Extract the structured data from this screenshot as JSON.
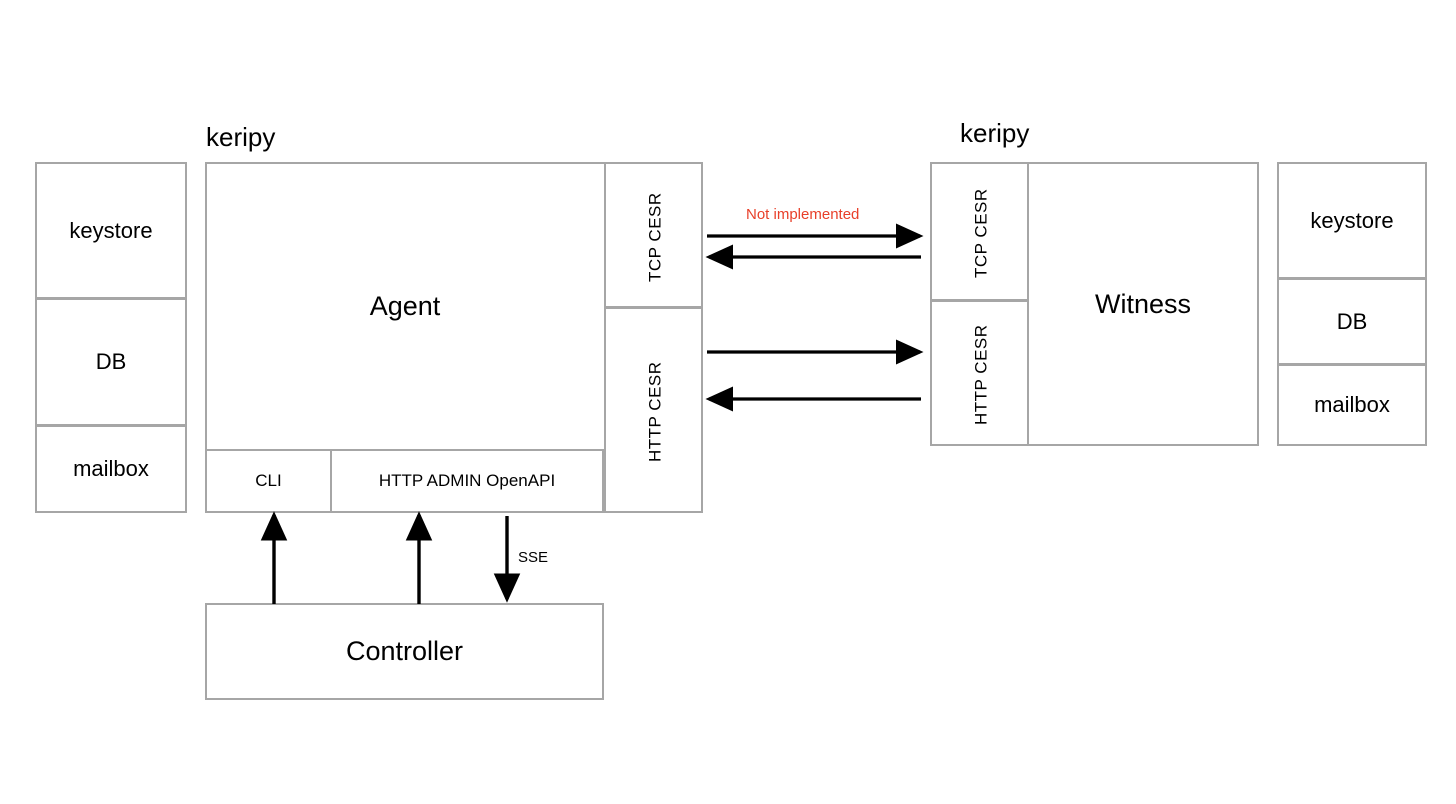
{
  "diagram": {
    "background_color": "#ffffff",
    "border_color": "#a6a6a6",
    "accent_color": "#e8402a",
    "left_group_title": "keripy",
    "right_group_title": "keripy"
  },
  "left_storage": {
    "items": [
      {
        "label": "keystore"
      },
      {
        "label": "DB"
      },
      {
        "label": "mailbox"
      }
    ]
  },
  "agent": {
    "label": "Agent",
    "ports": [
      {
        "label": "TCP  CESR"
      },
      {
        "label": "HTTP CESR"
      }
    ],
    "interfaces": [
      {
        "label": "CLI"
      },
      {
        "label": "HTTP ADMIN OpenAPI"
      }
    ]
  },
  "witness": {
    "label": "Witness",
    "ports": [
      {
        "label": "TCP  CESR"
      },
      {
        "label": "HTTP CESR"
      }
    ]
  },
  "right_storage": {
    "items": [
      {
        "label": "keystore"
      },
      {
        "label": "DB"
      },
      {
        "label": "mailbox"
      }
    ]
  },
  "controller": {
    "label": "Controller"
  },
  "annotations": {
    "not_implemented": "Not implemented",
    "sse": "SSE"
  }
}
